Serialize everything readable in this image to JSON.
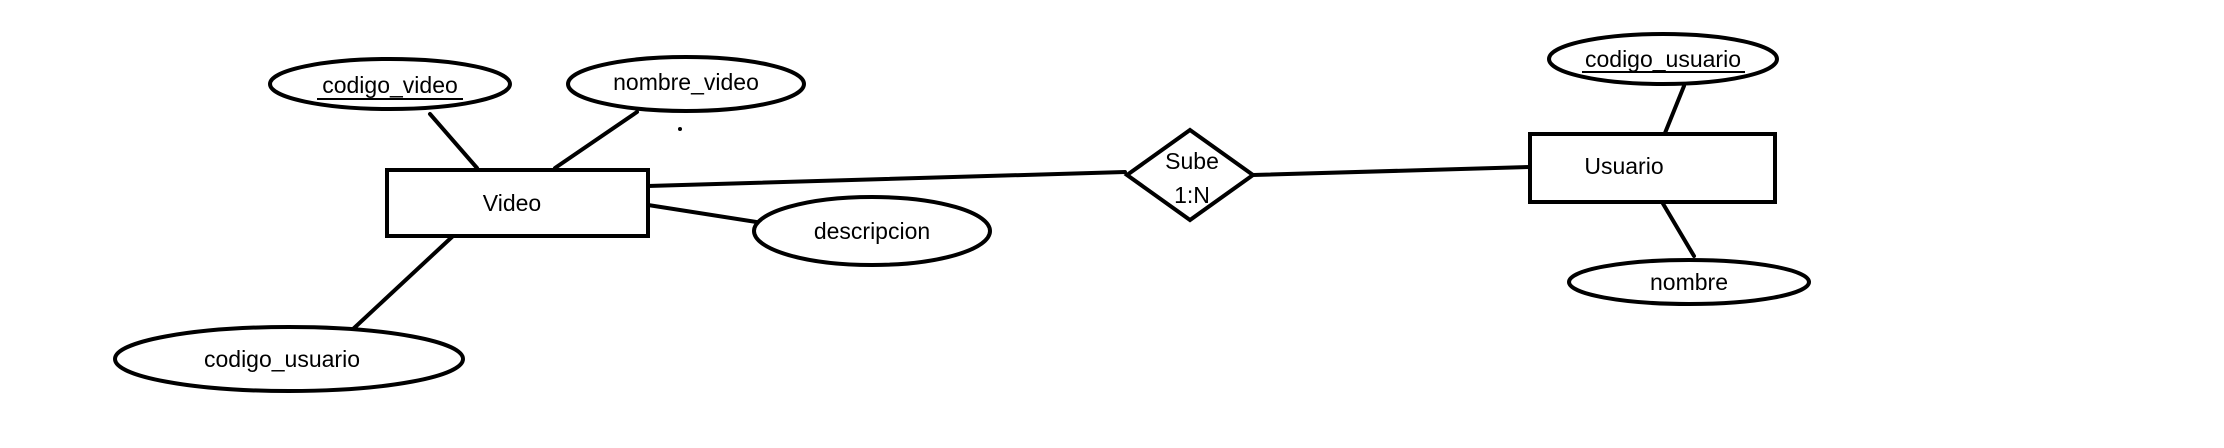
{
  "entities": {
    "video": "Video",
    "usuario": "Usuario"
  },
  "relationship": {
    "name": "Sube",
    "cardinality": "1:N"
  },
  "attributes": {
    "video": {
      "codigo_video": "codigo_video",
      "nombre_video": "nombre_video",
      "descripcion": "descripcion",
      "codigo_usuario": "codigo_usuario"
    },
    "usuario": {
      "codigo_usuario": "codigo_usuario",
      "nombre": "nombre"
    }
  },
  "stroke_color": "#000000",
  "background_color": "#ffffff"
}
